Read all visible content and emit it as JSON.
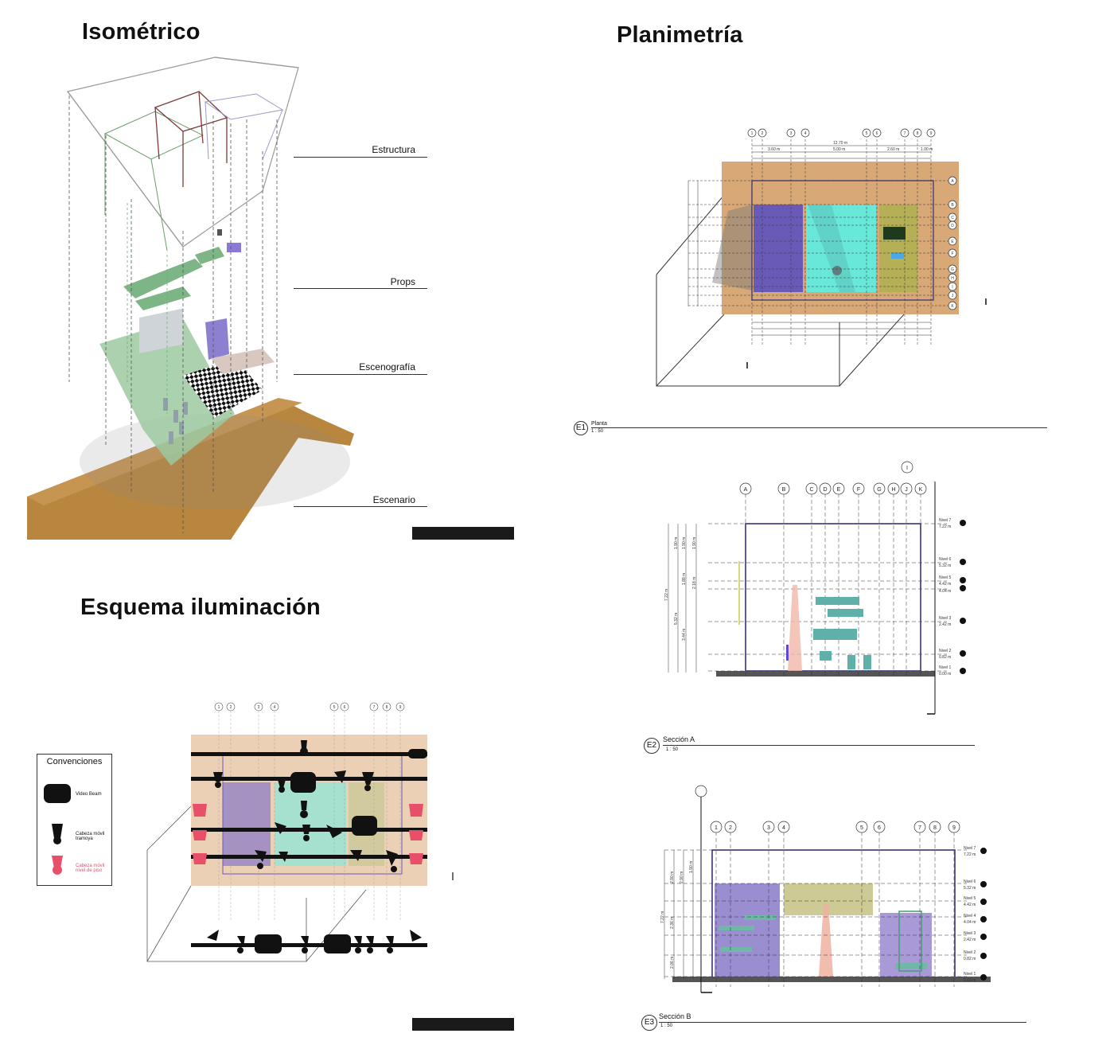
{
  "titles": {
    "isometric": "Isométrico",
    "plan": "Planimetría",
    "lighting": "Esquema iluminación"
  },
  "iso_layers": [
    "Estructura",
    "Props",
    "Escenografía",
    "Escenario"
  ],
  "conventions": {
    "title": "Convenciones",
    "items": [
      {
        "label": "Video Beam",
        "color": "#111111"
      },
      {
        "label": "Cabeza móvil tramoya",
        "color": "#111111"
      },
      {
        "label": "Cabeza móvil nivel de piso",
        "color": "#e8506a"
      }
    ]
  },
  "views": [
    {
      "code": "E1",
      "name": "Planta",
      "scale": "1 : 50"
    },
    {
      "code": "E2",
      "name": "Sección A",
      "scale": "1 : 50"
    },
    {
      "code": "E3",
      "name": "Sección B",
      "scale": "1 : 50"
    }
  ],
  "grid_numbers": [
    "1",
    "2",
    "3",
    "4",
    "5",
    "6",
    "7",
    "8",
    "9"
  ],
  "grid_letters_plan": [
    "A",
    "B",
    "C",
    "D",
    "E",
    "F",
    "G",
    "H",
    "I",
    "J",
    "K"
  ],
  "grid_letters_section": [
    "A",
    "B",
    "C",
    "D",
    "E",
    "F",
    "G",
    "H",
    "J",
    "K"
  ],
  "grid_letter_extra": "I",
  "levels": [
    {
      "name": "Nivel 7",
      "elev": "7.22 m"
    },
    {
      "name": "Nivel 6",
      "elev": "5.32 m"
    },
    {
      "name": "Nivel 5",
      "elev": "4.42 m"
    },
    {
      "name": "Nivel 4",
      "elev": "4.04 m"
    },
    {
      "name": "Nivel 3",
      "elev": "2.42 m"
    },
    {
      "name": "Nivel 2",
      "elev": "0.82 m"
    },
    {
      "name": "Nivel 1",
      "elev": "0.00 m"
    }
  ],
  "section_a_dims": [
    "7.22 m",
    "5.32 m",
    "3.44 m",
    "1.90 m",
    "1.90 m",
    "1.90 m",
    "1.88 m",
    "2.18 m"
  ],
  "section_b_dims": [
    "7.22 m",
    "2.90 m",
    "2.90 m",
    "1.90 m",
    "2.36 m",
    "2.06 m"
  ],
  "plan_dims": [
    "12.70 m",
    "3.60 m",
    "5.00 m",
    "2.60 m",
    "1.00 m"
  ],
  "colors": {
    "stage": "#c9955a",
    "purple": "#5a4aa8",
    "cyan": "#5ee6d8",
    "olive": "#b7b45a",
    "pink_light": "#e8506a",
    "frame": "#3a3580"
  }
}
